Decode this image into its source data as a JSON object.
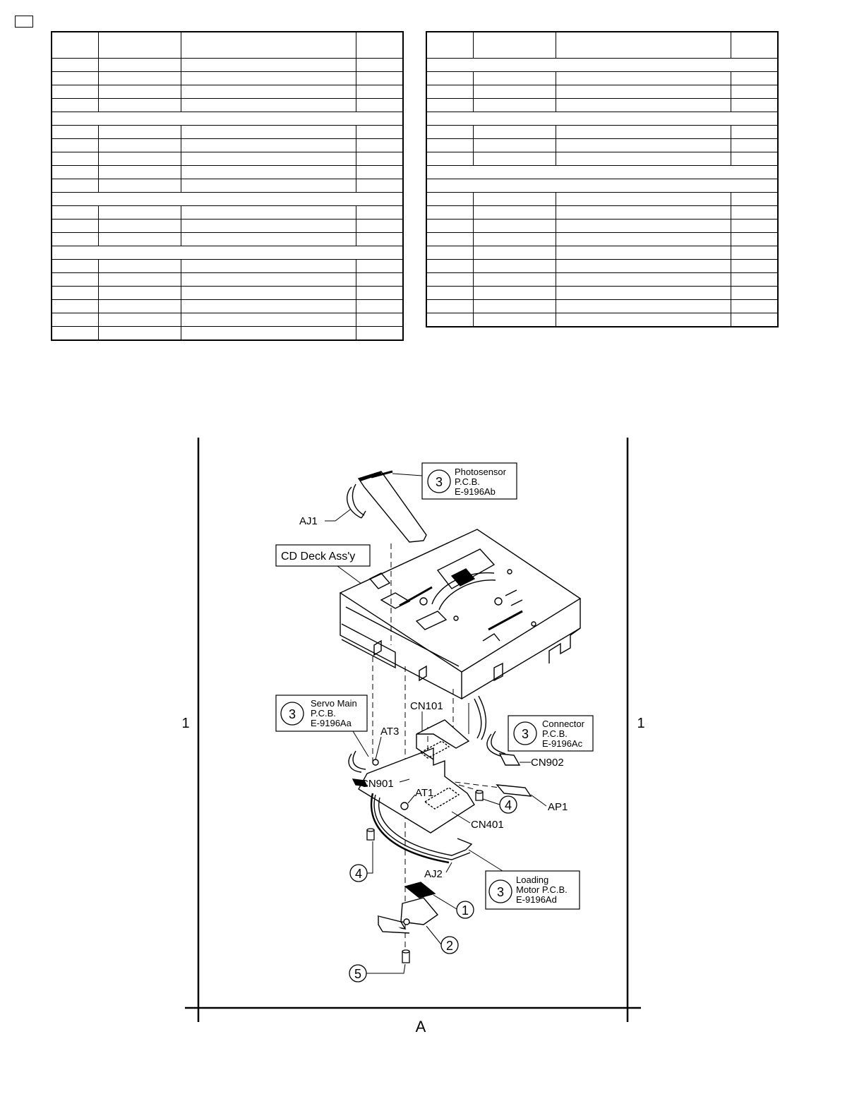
{
  "diagram": {
    "grid_row": "1",
    "grid_col": "A",
    "labels": {
      "photosensor": {
        "ref": "3",
        "lines": [
          "Photosensor",
          "P.C.B.",
          "E-9196Ab"
        ]
      },
      "servo_main": {
        "ref": "3",
        "lines": [
          "Servo Main",
          "P.C.B.",
          "E-9196Aa"
        ]
      },
      "connector": {
        "ref": "3",
        "lines": [
          "Connector",
          "P.C.B.",
          "E-9196Ac"
        ]
      },
      "loading_motor": {
        "ref": "3",
        "lines": [
          "Loading",
          "Motor P.C.B.",
          "E-9196Ad"
        ]
      },
      "cd_deck": "CD Deck Ass'y"
    },
    "connectors": {
      "aj1": "AJ1",
      "aj2": "AJ2",
      "cn101": "CN101",
      "at3": "AT3",
      "cn901": "CN901",
      "at1": "AT1",
      "cn401": "CN401",
      "cn902": "CN902",
      "ap1": "AP1"
    },
    "callouts": {
      "c1": "1",
      "c2": "2",
      "c4a": "4",
      "c4b": "4",
      "c5": "5"
    }
  }
}
